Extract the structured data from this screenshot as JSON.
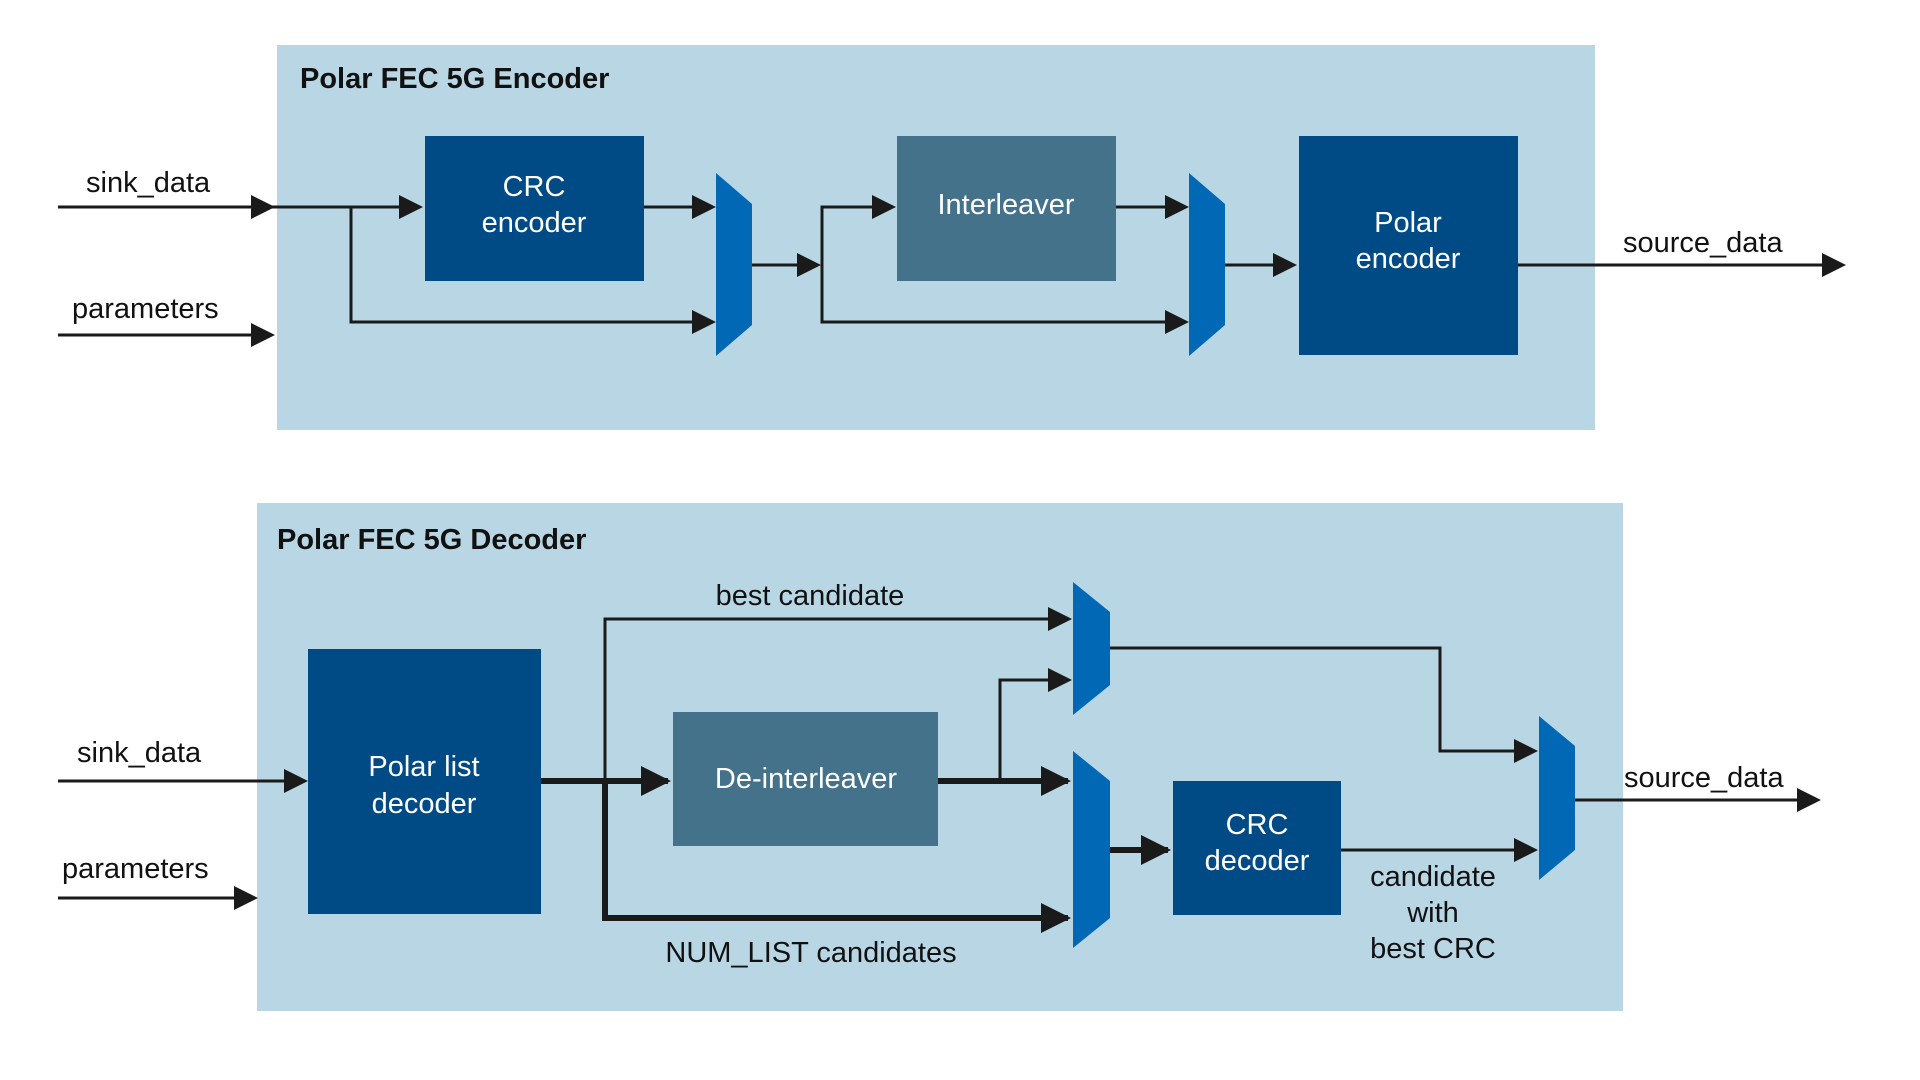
{
  "colors": {
    "panel_fill": "#b9d6e4",
    "dark_block": "#004a86",
    "teal_block": "#43728a",
    "mux": "#0068b5",
    "line": "#1a1a1a",
    "label_text": "#111111",
    "block_text": "#ffffff"
  },
  "encoder": {
    "title": "Polar FEC 5G Encoder",
    "inputs": {
      "sink": "sink_data",
      "params": "parameters"
    },
    "output": "source_data",
    "blocks": {
      "crc_encoder": [
        "CRC",
        "encoder"
      ],
      "interleaver": [
        "Interleaver"
      ],
      "polar_encoder": [
        "Polar",
        "encoder"
      ]
    }
  },
  "decoder": {
    "title": "Polar FEC 5G Decoder",
    "inputs": {
      "sink": "sink_data",
      "params": "parameters"
    },
    "output": "source_data",
    "blocks": {
      "polar_list_decoder": [
        "Polar list",
        "decoder"
      ],
      "deinterleaver": [
        "De-interleaver"
      ],
      "crc_decoder": [
        "CRC",
        "decoder"
      ]
    },
    "annotations": {
      "best_candidate": "best candidate",
      "num_list_candidates": "NUM_LIST candidates",
      "best_crc": [
        "candidate",
        "with",
        "best CRC"
      ]
    }
  }
}
